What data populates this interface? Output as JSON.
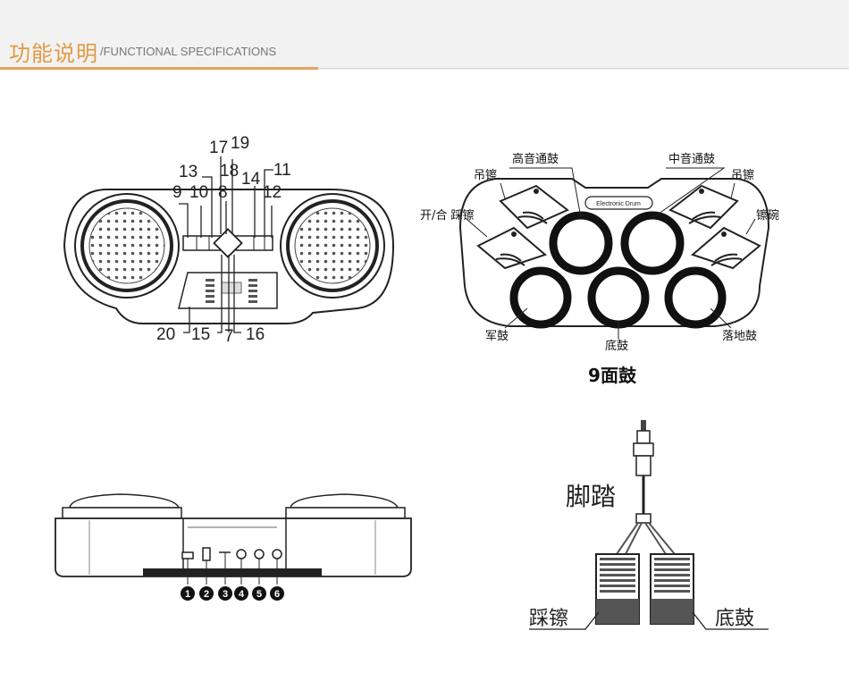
{
  "header": {
    "title_cn": "功能说明",
    "title_en": "/FUNCTIONAL SPECIFICATIONS",
    "accent_color": "#e39a45"
  },
  "top_view": {
    "callouts_top": [
      "17",
      "19",
      "13",
      "18",
      "11",
      "9",
      "10",
      "8",
      "14",
      "12"
    ],
    "callouts_bottom": [
      "20",
      "15",
      "7",
      "16"
    ]
  },
  "pad_layout": {
    "brand_label": "Electronic Drum",
    "labels": {
      "high_tom": "高音通鼓",
      "mid_tom": "中音通鼓",
      "crash_left": "吊镲",
      "crash_right": "吊镲",
      "hihat": "开/合 踩镲",
      "ride": "镲碗",
      "snare": "军鼓",
      "bass": "底鼓",
      "floor_tom": "落地鼓"
    },
    "caption": "9面鼓"
  },
  "side_view": {
    "ports": [
      "1",
      "2",
      "3",
      "4",
      "5",
      "6"
    ]
  },
  "pedals": {
    "title": "脚踏",
    "left_label": "踩镲",
    "right_label": "底鼓"
  }
}
